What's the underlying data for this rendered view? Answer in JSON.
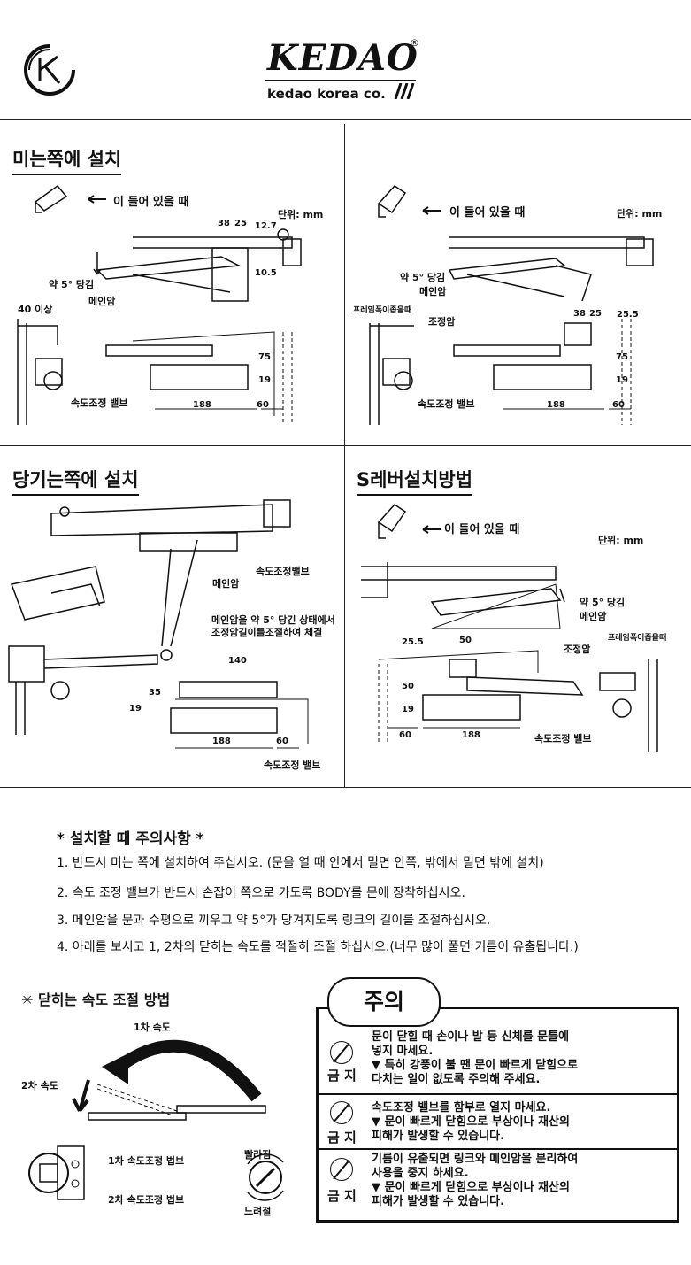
{
  "brand": {
    "logo_text": "KEDAO",
    "registered": "®",
    "subtitle": "kedao korea co.",
    "emblem_letter": "K"
  },
  "sections": {
    "push_side": {
      "title": "미는쪽에 설치",
      "door_label": "이 들어 있을 때",
      "unit": "단위: mm",
      "dims": [
        "38",
        "25",
        "12.7",
        "10.5",
        "75",
        "19",
        "188",
        "60"
      ],
      "labels": {
        "angle": "약 5°  당김",
        "main_arm": "메인암",
        "valve": "속도조정  밸브",
        "min": "40 이상"
      }
    },
    "push_side_frame": {
      "door_label": "이 들어 있을 때",
      "unit": "단위: mm",
      "dims": [
        "38",
        "25",
        "25.5",
        "75",
        "19",
        "188",
        "60"
      ],
      "labels": {
        "angle": "약 5°  당김",
        "main_arm": "메인암",
        "frame_note": "프레임폭이좁을때",
        "adjust_arm": "조정암",
        "valve": "속도조정  밸브"
      }
    },
    "pull_side": {
      "title": "당기는쪽에 설치",
      "dims": [
        "140",
        "35",
        "19",
        "188",
        "60"
      ],
      "labels": {
        "valve_top": "속도조정밸브",
        "main_arm": "메인암",
        "instruction_1": "메인암을 약 5°  당긴 상태에서",
        "instruction_2": "조정암길이를조절하여 체결",
        "valve": "속도조정  밸브"
      }
    },
    "s_lever": {
      "title": "S레버설치방법",
      "door_label": "이 들어 있을 때",
      "unit": "단위: mm",
      "dims": [
        "50",
        "25.5",
        "50",
        "19",
        "60",
        "188"
      ],
      "labels": {
        "angle": "약 5°  당김",
        "main_arm": "메인암",
        "adjust_arm": "조정암",
        "frame_note": "프레임폭이좁을때",
        "valve": "속도조정  밸브"
      }
    }
  },
  "notes": {
    "title": "* 설치할 때 주의사항 *",
    "items": [
      "1. 반드시 미는 쪽에 설치하여 주십시오. (문을 열 때 안에서 밀면 안쪽, 밖에서 밀면 밖에 설치)",
      "2. 속도 조정 밸브가 반드시 손잡이 쪽으로 가도록 BODY를 문에 장착하십시오.",
      "3. 메인암을 문과 수평으로 끼우고 약 5°가 당겨지도록 링크의 길이를 조절하십시오.",
      "4. 아래를 보시고 1, 2차의 닫히는 속도를 적절히 조절 하십시오.(너무 많이 풀면 기름이 유출됩니다.)"
    ]
  },
  "speed": {
    "title": "✳  닫히는  속도  조절  방법",
    "first_speed": "1차 속도",
    "second_speed": "2차 속도",
    "valve1": "1차 속도조정 법브",
    "valve2": "2차 속도조정 법브",
    "faster": "빨라짐",
    "slower": "느려절"
  },
  "caution": {
    "title": "주의",
    "rows": [
      {
        "label": "금 지",
        "lines": [
          "문이  닫힐  때  손이나  발  등  신체를  문틀에",
          "넣지  마세요.",
          "▼  특히  강풍이  불  땐  문이  빠르게  닫힘으로",
          "    다치는  일이  없도록  주의해  주세요."
        ]
      },
      {
        "label": "금 지",
        "lines": [
          "속도조정  밸브를  함부로  열지  마세요.",
          "▼  문이  빠르게  닫힘으로  부상이나  재산의",
          "    피해가  발생할  수  있습니다."
        ]
      },
      {
        "label": "금 지",
        "lines": [
          "기름이  유출되면  링크와  메인암을  분리하여",
          "사용을  중지  하세요.",
          "▼  문이  빠르게  닫힘으로  부상이나  재산의",
          "    피해가  발생할  수  있습니다."
        ]
      }
    ]
  }
}
